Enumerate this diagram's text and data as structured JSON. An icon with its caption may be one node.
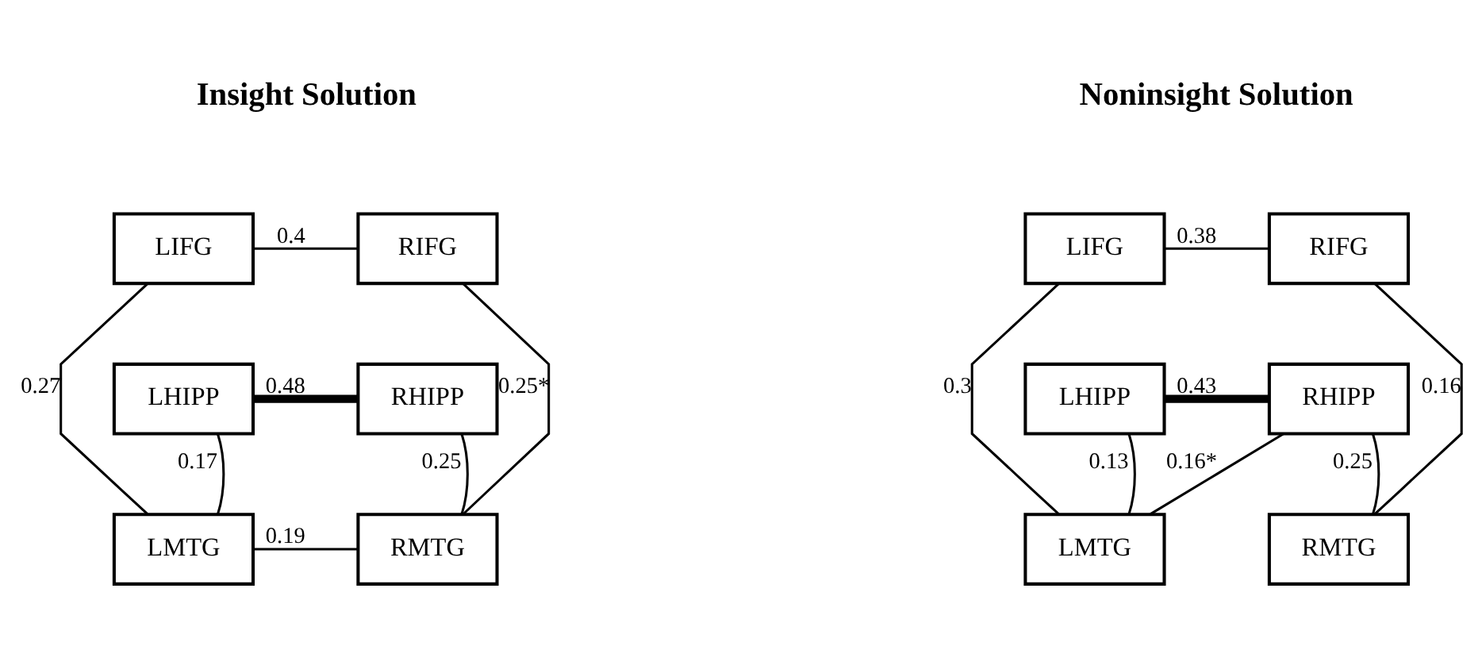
{
  "diagram": {
    "nodes": [
      {
        "text": [
          "LIFG"
        ]
      },
      {
        "text": [
          "RIFG"
        ]
      },
      {
        "text": [
          "LHIPP"
        ]
      },
      {
        "text": [
          "RHIPP"
        ]
      },
      {
        "text": [
          "LMTG"
        ]
      },
      {
        "text": [
          "RMTG"
        ]
      },
      {
        "text": [
          "LIFG"
        ]
      },
      {
        "text": [
          "RIFG"
        ]
      },
      {
        "text": [
          "LHIPP"
        ]
      },
      {
        "text": [
          "RHIPP"
        ]
      },
      {
        "text": [
          "LMTG"
        ]
      },
      {
        "text": [
          "RMTG"
        ]
      }
    ],
    "edges": [
      {
        "from": 0,
        "to": 1,
        "arrow": "none",
        "label": "0.4"
      },
      {
        "from": 0,
        "to": 4,
        "arrow": "none",
        "label": "0.27"
      },
      {
        "from": 1,
        "to": 5,
        "arrow": "none",
        "label": "0.25*"
      },
      {
        "from": 2,
        "to": 3,
        "arrow": "none",
        "label": "0.48",
        "style": "thick"
      },
      {
        "from": 2,
        "to": 4,
        "arrow": "none",
        "label": "0.17"
      },
      {
        "from": 3,
        "to": 5,
        "arrow": "none",
        "label": "0.25"
      },
      {
        "from": 4,
        "to": 5,
        "arrow": "none",
        "label": "0.19"
      },
      {
        "from": 6,
        "to": 7,
        "arrow": "none",
        "label": "0.38"
      },
      {
        "from": 6,
        "to": 10,
        "arrow": "none",
        "label": "0.3"
      },
      {
        "from": 7,
        "to": 11,
        "arrow": "none",
        "label": "0.16"
      },
      {
        "from": 8,
        "to": 9,
        "arrow": "none",
        "label": "0.43",
        "style": "thick"
      },
      {
        "from": 8,
        "to": 10,
        "arrow": "none",
        "label": "0.13"
      },
      {
        "from": 9,
        "to": 10,
        "arrow": "none",
        "label": "0.16*"
      },
      {
        "from": 9,
        "to": 11,
        "arrow": "none",
        "label": "0.25"
      }
    ],
    "labels": [
      "Insight Solution",
      "Noninsight Solution"
    ]
  }
}
